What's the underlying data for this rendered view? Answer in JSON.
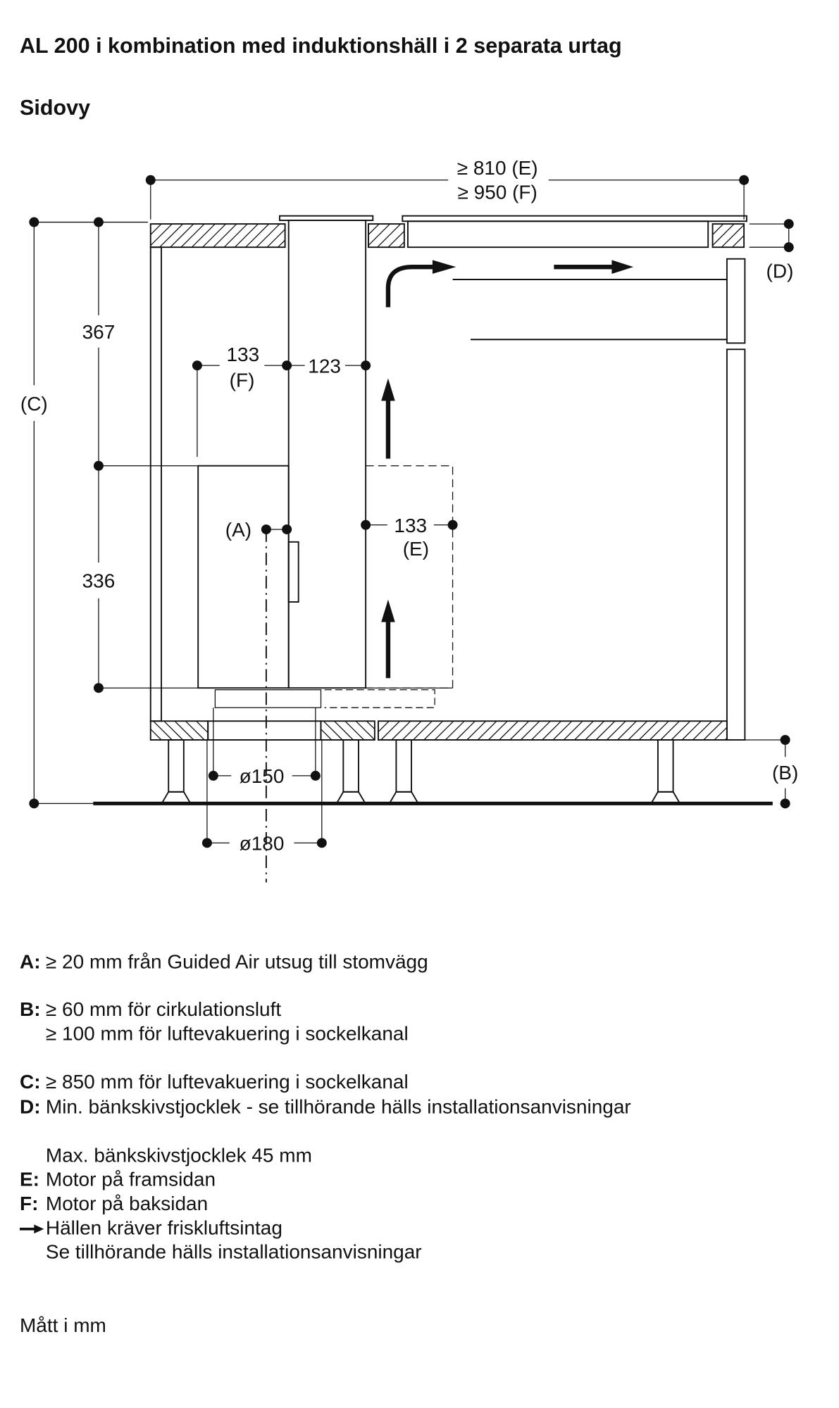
{
  "title": "AL 200 i kombination med induktionshäll i 2 separata urtag",
  "subtitle": "Sidovy",
  "diagram": {
    "width_label_e": "≥ 810 (E)",
    "width_label_f": "≥ 950 (F)",
    "dim_367": "367",
    "dim_336": "336",
    "label_c": "(C)",
    "label_d": "(D)",
    "label_b": "(B)",
    "label_a": "(A)",
    "dim_133f": "133",
    "label_f": "(F)",
    "dim_123": "123",
    "dim_133e": "133",
    "label_e": "(E)",
    "dia_150": "ø150",
    "dia_180": "ø180"
  },
  "legend": [
    {
      "key": "A:",
      "lines": [
        "≥ 20 mm från Guided Air utsug till stomvägg"
      ]
    },
    {
      "key": "B:",
      "lines": [
        "≥ 60 mm för cirkulationsluft",
        "≥ 100 mm för luftevakuering i sockelkanal"
      ]
    },
    {
      "key": "C:",
      "lines": [
        "≥ 850 mm för luftevakuering i sockelkanal"
      ]
    },
    {
      "key": "D:",
      "lines": [
        "Min. bänkskivstjocklek - se tillhörande hälls installationsanvisningar",
        "Max. bänkskivstjocklek 45 mm"
      ]
    },
    {
      "key": "E:",
      "lines": [
        "Motor på framsidan"
      ]
    },
    {
      "key": "F:",
      "lines": [
        "Motor på baksidan"
      ]
    },
    {
      "key": "arrow-icon",
      "lines": [
        "Hällen kräver friskluftsintag",
        "Se tillhörande hälls installationsanvisningar"
      ]
    }
  ],
  "units_note": "Mått i mm"
}
